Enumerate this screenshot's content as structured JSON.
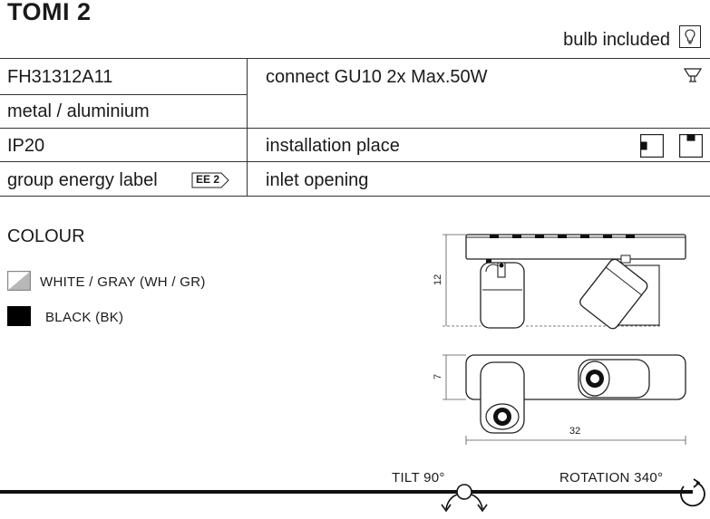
{
  "product": {
    "title": "TOMI 2",
    "bulb_included": "bulb included"
  },
  "specs": {
    "code": "FH31312A11",
    "material": "metal / aluminium",
    "ip": "IP20",
    "energy_label": "group energy label",
    "energy_class": "EE 2",
    "connect": "connect GU10 2x Max.50W",
    "installation": "installation place",
    "inlet": "inlet opening"
  },
  "colour": {
    "title": "COLOUR",
    "options": [
      {
        "label": "WHITE / GRAY (WH / GR)",
        "color": "#ffffff"
      },
      {
        "label": "BLACK (BK)",
        "color": "#000000"
      }
    ]
  },
  "dimensions": {
    "height": "12",
    "depth": "7",
    "width": "32"
  },
  "motion": {
    "tilt": "TILT 90°",
    "rotation": "ROTATION 340°"
  },
  "icons": [
    "lightbulb-icon",
    "gu10-bulb-icon",
    "wall-mount-icon",
    "ceiling-mount-icon",
    "tilt-arrows-icon",
    "rotation-arrow-icon"
  ]
}
